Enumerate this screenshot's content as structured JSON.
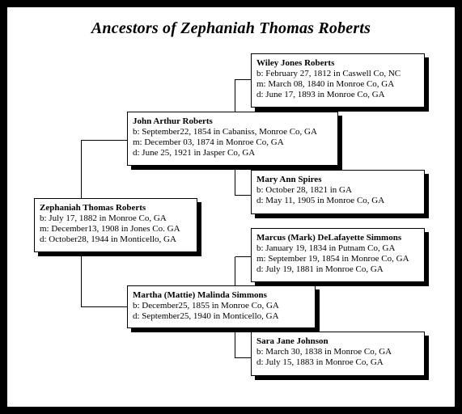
{
  "title": "Ancestors of Zephaniah Thomas Roberts",
  "people": {
    "zephaniah": {
      "name": "Zephaniah Thomas Roberts",
      "birth": "b: July 17, 1882 in Monroe Co, GA",
      "marriage": "m: December13, 1908 in Jones Co. GA",
      "death": "d: October28, 1944 in Monticello, GA"
    },
    "john": {
      "name": "John Arthur Roberts",
      "birth": "b: September22, 1854 in Cabaniss, Monroe Co, GA",
      "marriage": "m: December 03, 1874 in Monroe Co, GA",
      "death": "d: June 25, 1921 in Jasper Co, GA"
    },
    "martha": {
      "name": "Martha (Mattie) Malinda Simmons",
      "birth": "b: December25, 1855 in Monroe Co, GA",
      "death": "d: September25, 1940 in Monticello, GA"
    },
    "wiley": {
      "name": "Wiley Jones Roberts",
      "birth": "b: February 27, 1812 in Caswell Co, NC",
      "marriage": "m: March 08, 1840 in Monroe Co, GA",
      "death": "d: June 17, 1893 in Monroe Co, GA"
    },
    "mary": {
      "name": "Mary Ann Spires",
      "birth": "b: October 28, 1821 in GA",
      "death": "d: May 11, 1905 in Monroe Co, GA"
    },
    "marcus": {
      "name": "Marcus (Mark) DeLafayette Simmons",
      "birth": "b: January 19, 1834 in Putnam Co, GA",
      "marriage": "m: September 19, 1854 in Monroe Co, GA",
      "death": "d: July 19, 1881 in Monroe Co, GA"
    },
    "sara": {
      "name": "Sara Jane Johnson",
      "birth": "b: March 30, 1838 in Monroe Co, GA",
      "death": "d: July 15, 1883 in Monroe Co, GA"
    }
  }
}
